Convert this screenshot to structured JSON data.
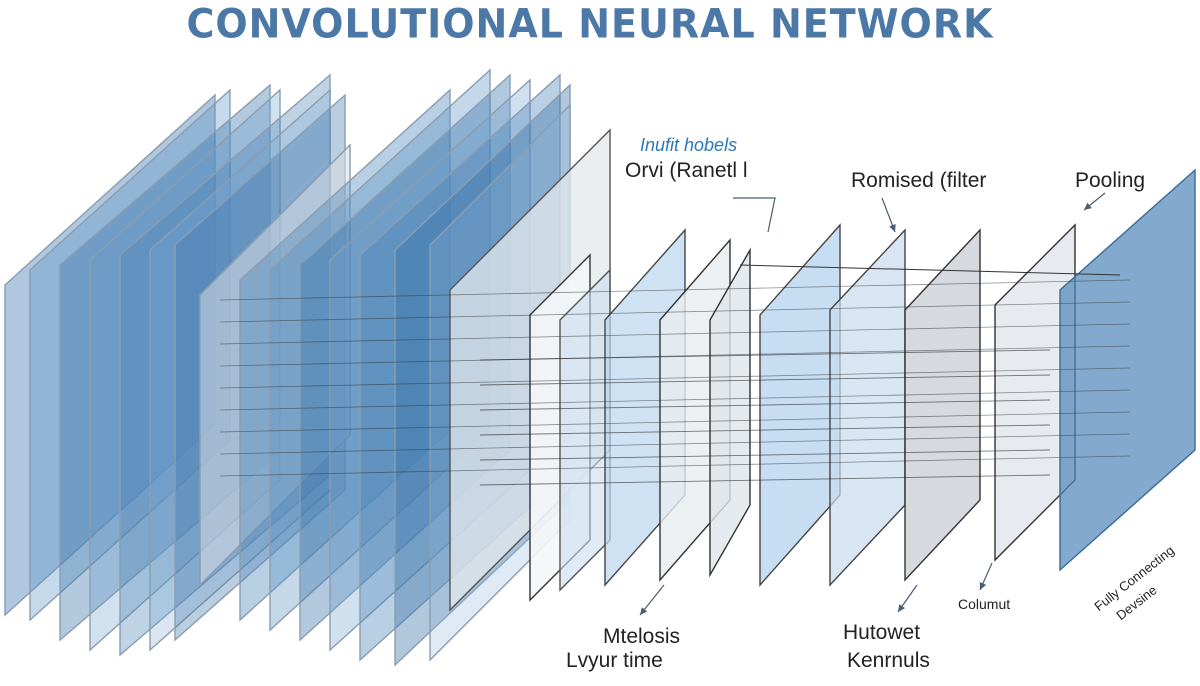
{
  "diagram": {
    "title": "CONVOLUTIONAL NEURAL NETWORK",
    "labels": {
      "inufit_hobels": "Inufit hobels",
      "orvi_ranetl": "Orvi (Ranetl l",
      "romised_filter": "Romised (filter",
      "pooling": "Pooling",
      "mtelosis": "Mtelosis",
      "lvyur_time": "Lvyur time",
      "hutowet": "Hutowet",
      "kenrnuls": "Kenrnuls",
      "columut": "Columut",
      "fully_connecting": "Fully Connecting",
      "devsine": "Devsine"
    }
  }
}
